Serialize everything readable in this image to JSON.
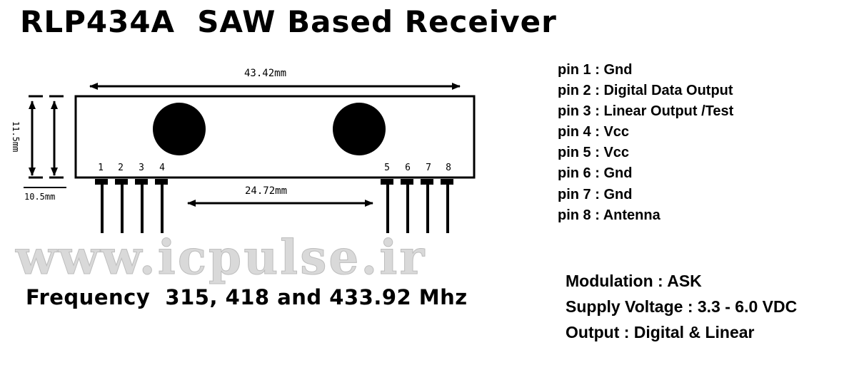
{
  "title": "RLP434A  SAW Based Receiver",
  "dimensions": {
    "length": "43.42mm",
    "height": "11.5mm",
    "pin_spacing": "24.72mm",
    "side": "10.5mm"
  },
  "pin_numbers": [
    "1",
    "2",
    "3",
    "4",
    "5",
    "6",
    "7",
    "8"
  ],
  "pins": [
    "pin 1 : Gnd",
    "pin 2 : Digital Data Output",
    "pin 3 : Linear Output /Test",
    "pin 4 : Vcc",
    "pin 5 : Vcc",
    "pin 6 : Gnd",
    "pin 7 : Gnd",
    "pin 8 : Antenna"
  ],
  "watermark": "www.icpulse.ir",
  "frequency": "Frequency  315, 418 and 433.92 Mhz",
  "specs": {
    "modulation": "Modulation : ASK",
    "supply_voltage": "Supply Voltage : 3.3 - 6.0 VDC",
    "output": "Output : Digital & Linear"
  }
}
